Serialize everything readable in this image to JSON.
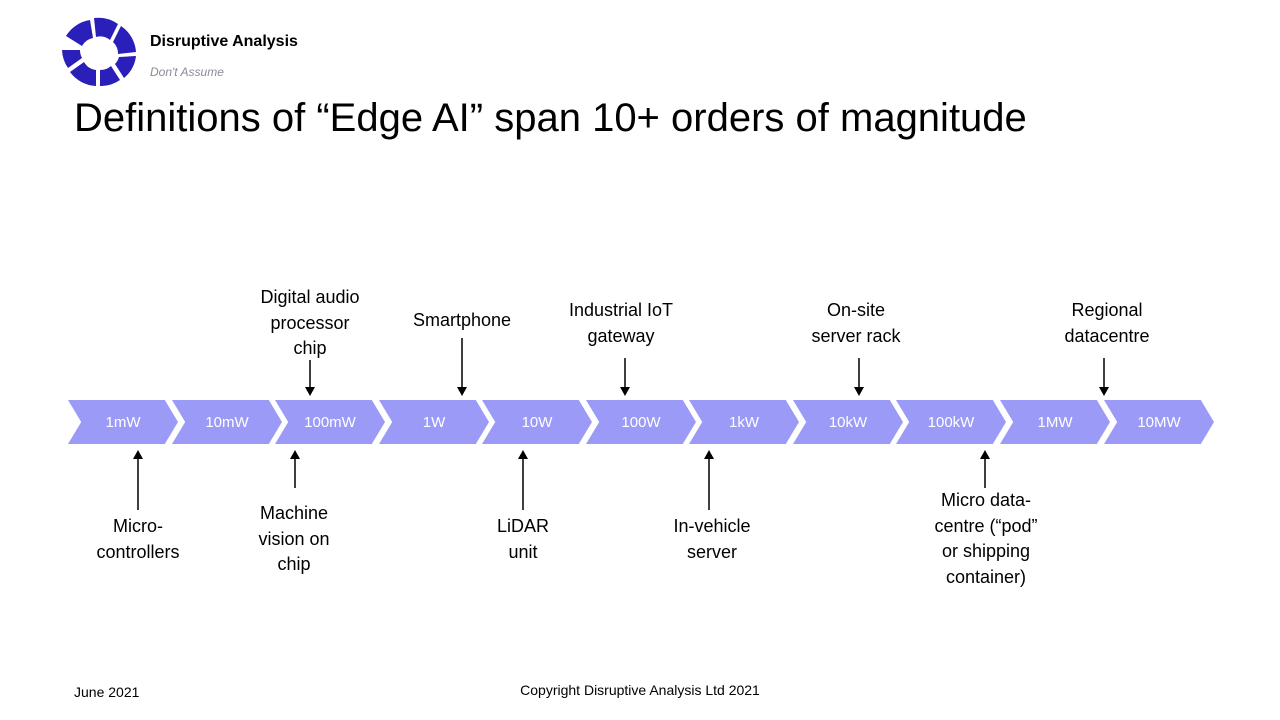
{
  "header": {
    "brand": "Disruptive Analysis",
    "tagline": "Don't Assume",
    "title": "Definitions of “Edge AI” span 10+ orders of magnitude"
  },
  "scale": [
    "1mW",
    "10mW",
    "100mW",
    "1W",
    "10W",
    "100W",
    "1kW",
    "10kW",
    "100kW",
    "1MW",
    "10MW"
  ],
  "above": [
    {
      "lines": [
        "Digital audio",
        "processor",
        "chip"
      ]
    },
    {
      "lines": [
        "Smartphone"
      ]
    },
    {
      "lines": [
        "Industrial IoT",
        "gateway"
      ]
    },
    {
      "lines": [
        "On-site",
        "server rack"
      ]
    },
    {
      "lines": [
        "Regional",
        "datacentre"
      ]
    }
  ],
  "below": [
    {
      "lines": [
        "Micro-",
        "controllers"
      ]
    },
    {
      "lines": [
        "Machine",
        "vision on",
        "chip"
      ]
    },
    {
      "lines": [
        "LiDAR",
        "unit"
      ]
    },
    {
      "lines": [
        "In-vehicle",
        "server"
      ]
    },
    {
      "lines": [
        "Micro data-",
        "centre (“pod”",
        "or shipping",
        "container)"
      ]
    }
  ],
  "footer": {
    "date": "June 2021",
    "copyright": "Copyright Disruptive Analysis Ltd 2021"
  },
  "colors": {
    "chevron": "#9b9bf7",
    "chevron_text": "#ffffff",
    "logo": "#2a1fb8"
  }
}
